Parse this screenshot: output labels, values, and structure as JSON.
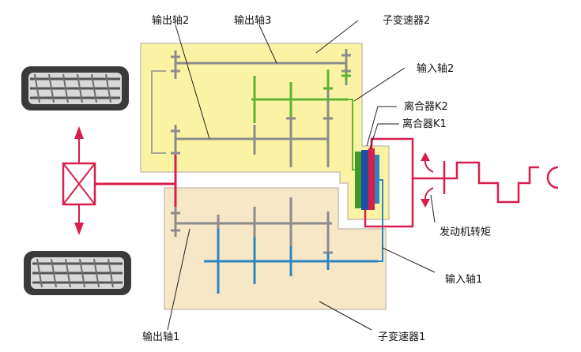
{
  "labels": {
    "output_shaft_2": "输出轴2",
    "output_shaft_3": "输出轴3",
    "sub_transmission_2": "子变速器2",
    "input_shaft_2": "输入轴2",
    "clutch_k2": "离合器K2",
    "clutch_k1": "离合器K1",
    "engine_torque": "发动机转矩",
    "input_shaft_1": "输入轴1",
    "output_shaft_1": "输出轴1",
    "sub_transmission_1": "子变速器1"
  },
  "colors": {
    "sub_transmission_2_fill": "#fbf3a4",
    "sub_transmission_1_fill": "#f6e7c6",
    "box_border": "#c9c3b6",
    "shaft_gray": "#8c8c8c",
    "shaft_green": "#5cb533",
    "shaft_blue": "#2e86c1",
    "torque_red": "#d81e4b",
    "clutch_k1_red": "#d81e4b",
    "clutch_k2_blue": "#1f4fa0",
    "clutch_green": "#3a9a2a"
  },
  "icons": {
    "wheel_top": "tire-icon",
    "wheel_bottom": "tire-icon",
    "differential": "differential-icon",
    "engine_rotation": "rotation-arrows-icon",
    "engine_crank": "crankshaft-icon"
  }
}
